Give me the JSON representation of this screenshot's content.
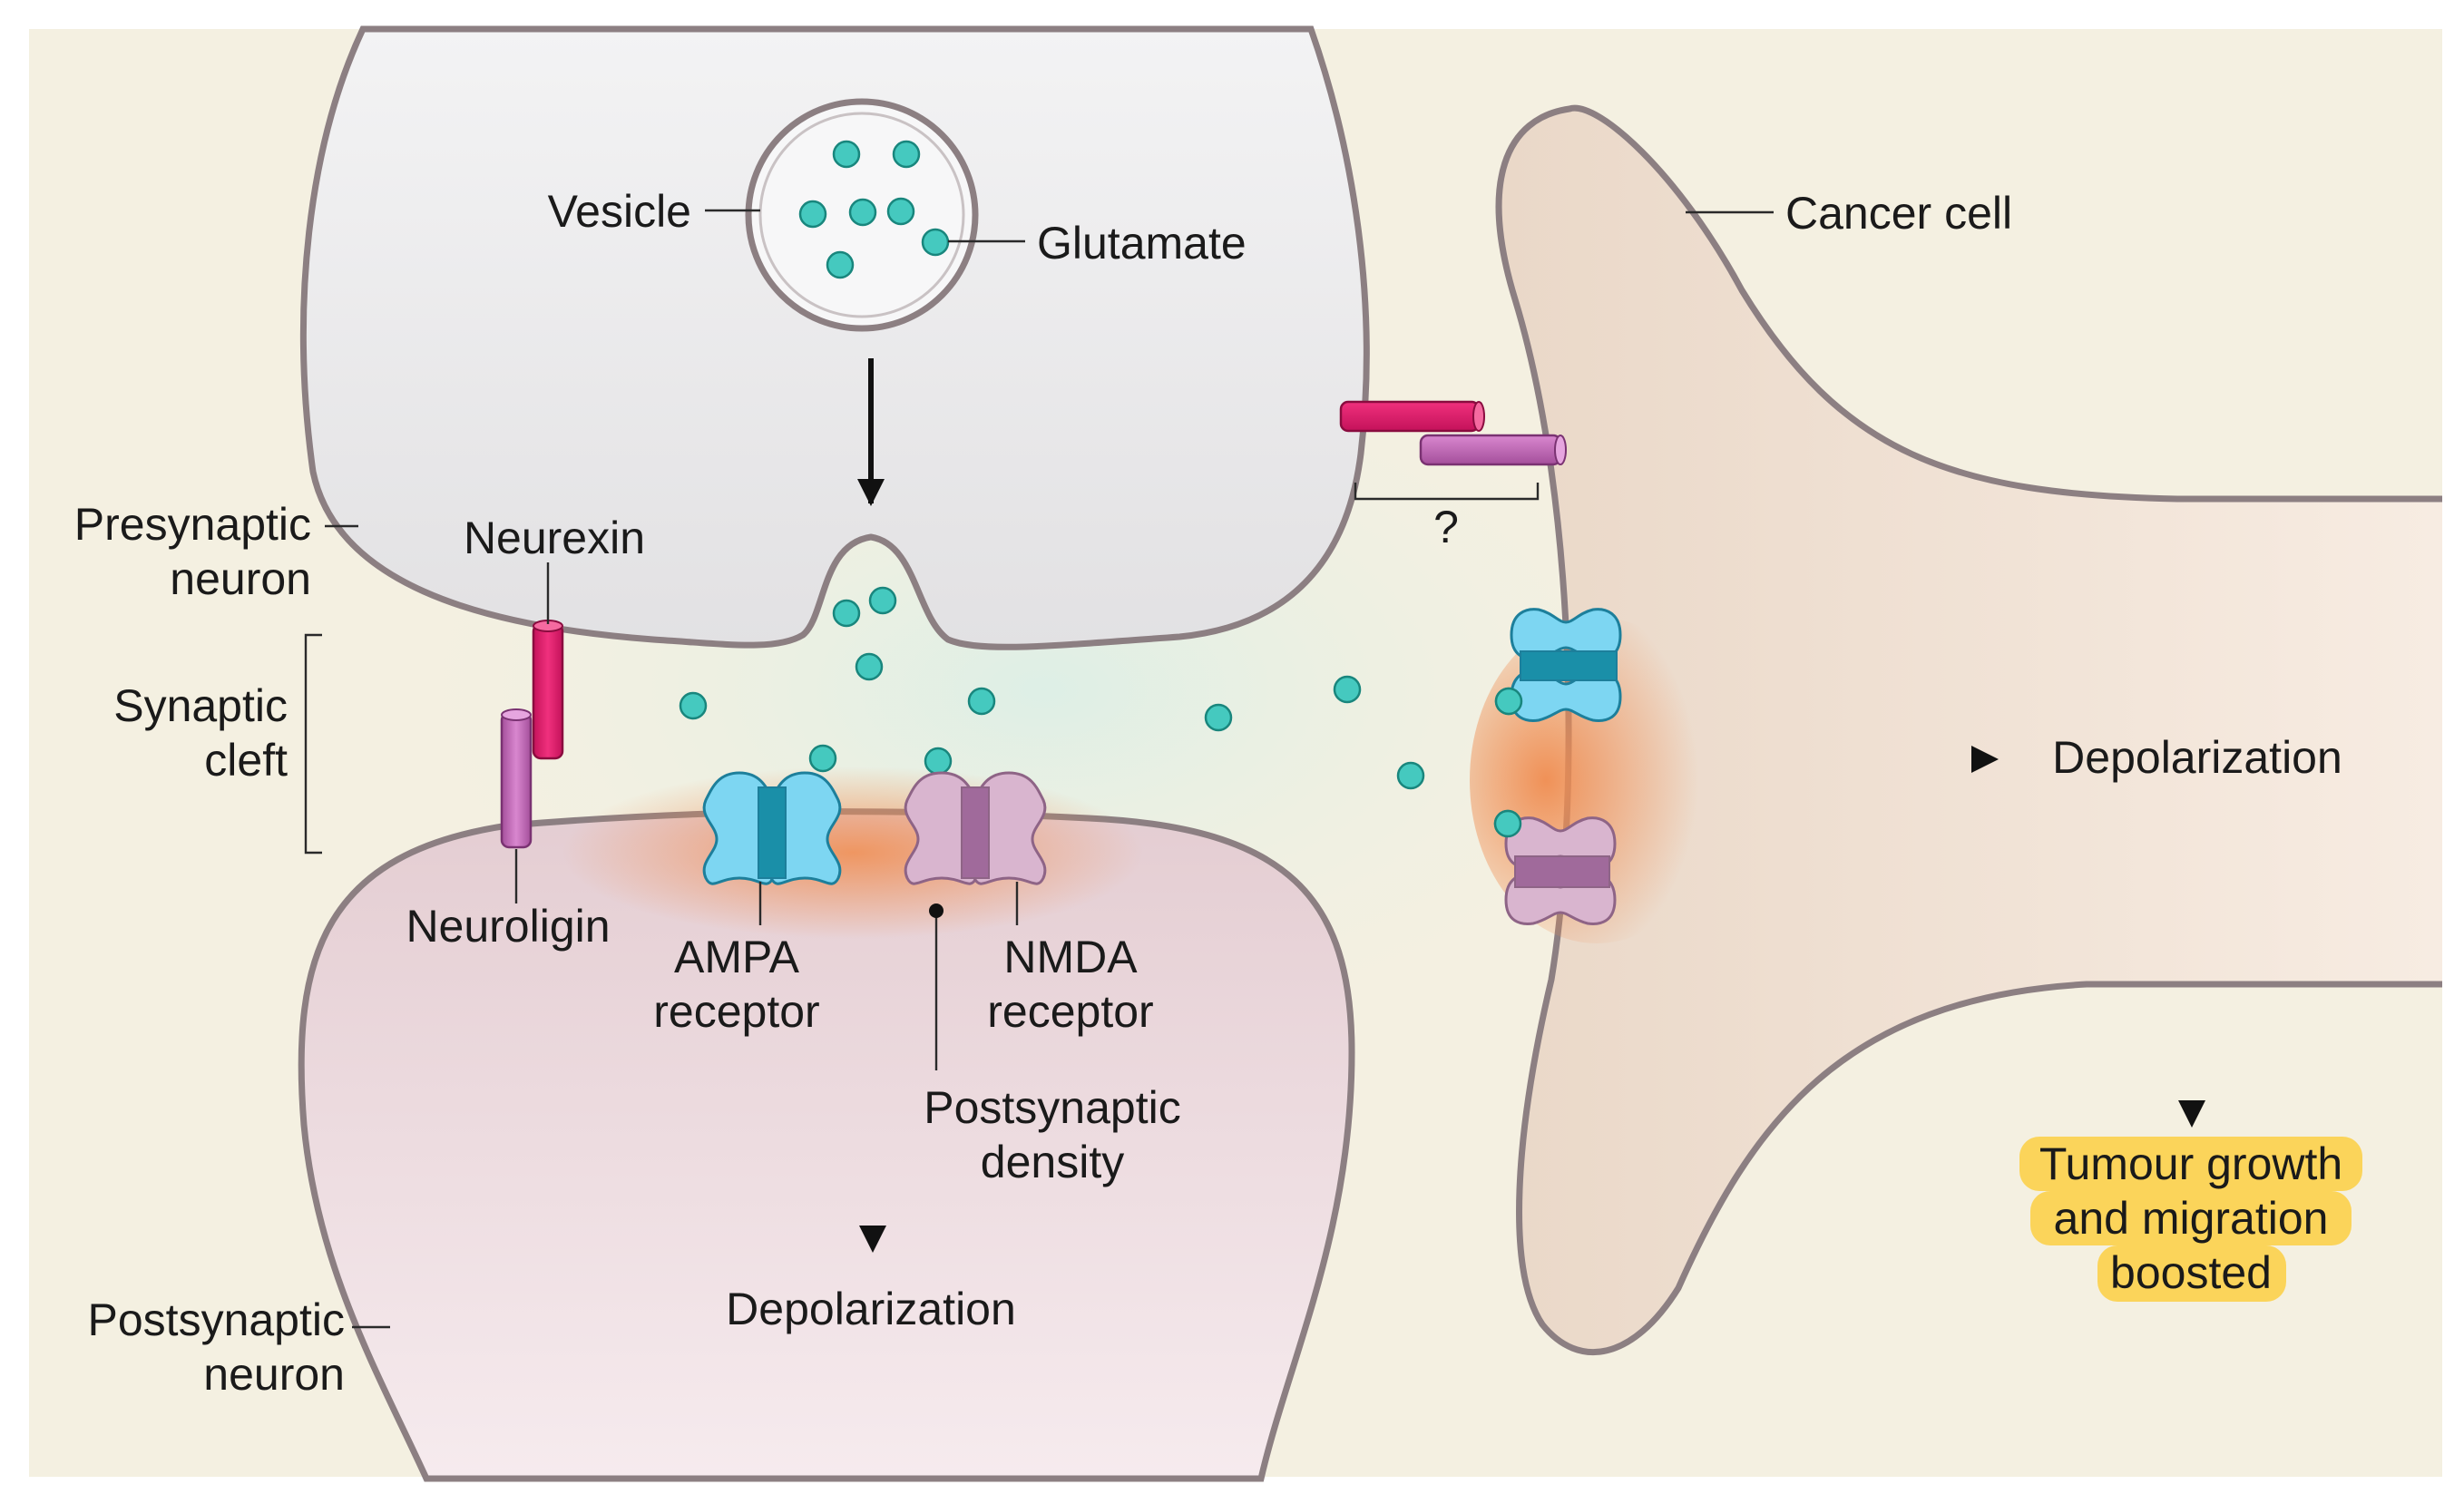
{
  "labels": {
    "vesicle": "Vesicle",
    "glutamate": "Glutamate",
    "cancer_cell": "Cancer cell",
    "presynaptic_1": "Presynaptic",
    "presynaptic_2": "neuron",
    "neurexin": "Neurexin",
    "synaptic_1": "Synaptic",
    "synaptic_2": "cleft",
    "neuroligin": "Neuroligin",
    "ampa_1": "AMPA",
    "ampa_2": "receptor",
    "nmda_1": "NMDA",
    "nmda_2": "receptor",
    "psd_1": "Postsynaptic",
    "psd_2": "density",
    "depolarization_neuron": "Depolarization",
    "postsynaptic_1": "Postsynaptic",
    "postsynaptic_2": "neuron",
    "depolarization_cancer": "Depolarization",
    "question": "?",
    "outcome_1": "Tumour growth",
    "outcome_2": "and migration",
    "outcome_3": "boosted"
  },
  "colors": {
    "background": "#f4f0e1",
    "cleft_tint": "#e6f2ea",
    "presynaptic_fill": "#e9e8e9",
    "postsynaptic_fill": "#ecdadd",
    "cancer_fill": "#f0e0d2",
    "membrane": "#8c7f82",
    "glutamate": "#45c9bf",
    "neurexin": "#e8206f",
    "neuroligin": "#c86bbe",
    "ampa": "#7dd6f2",
    "nmda": "#d7b1cd",
    "highlight": "#fbd45a",
    "depolarization_glow": "#f29a5e"
  }
}
